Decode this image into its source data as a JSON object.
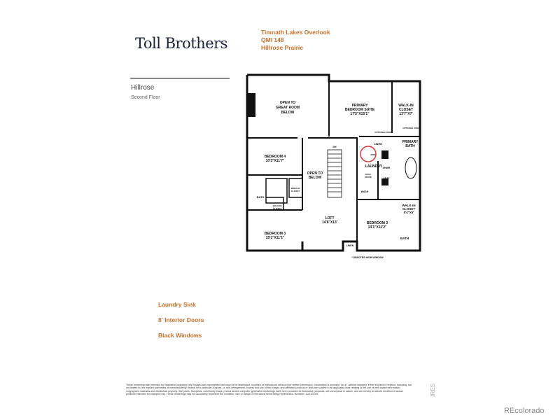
{
  "header": {
    "logo_text": "Toll Brothers",
    "project_lines": [
      "Timnath Lakes Overlook",
      "QMI 148",
      "Hillrose Prairie"
    ]
  },
  "plan_info": {
    "model": "Hillrose",
    "floor": "Second Floor"
  },
  "rooms": {
    "open_great": [
      "OPEN TO",
      "GREAT ROOM",
      "BELOW"
    ],
    "primary_suite": [
      "PRIMARY",
      "BEDROOM SUITE",
      "17'5\"X15'1\""
    ],
    "walkin_primary": [
      "WALK-IN",
      "CLOSET",
      "13'7\"X7'"
    ],
    "optional_door_1": "OPTIONAL DOOR",
    "optional_door_2": "OPTIONAL DOOR",
    "linen_top": "LINEN",
    "primary_bath": [
      "PRIMARY",
      "BATH"
    ],
    "laundry": "LAUNDRY",
    "laundry_sink": "SINK",
    "shower": "SHWR",
    "seat": "SEAT",
    "hvac": [
      "HVAC",
      "SPACE"
    ],
    "wash": "WASH",
    "bedroom4": [
      "BEDROOM 4",
      "10'3\"X11'7\""
    ],
    "down": "DN",
    "open_below": [
      "OPEN TO",
      "BELOW"
    ],
    "walkin_b4": [
      "WALK-IN",
      "CLOSET"
    ],
    "bath": "BATH",
    "walkin_b3": [
      "WALK-IN",
      "CLOSET"
    ],
    "bedroom3": [
      "BEDROOM 3",
      "15'1\"X11'1\""
    ],
    "loft": [
      "LOFT",
      "14'8\"X13'"
    ],
    "linen_bottom": "LINEN",
    "bedroom2": [
      "BEDROOM 2",
      "14'1\"X11'2\""
    ],
    "walkin_b2": [
      "WALK-IN",
      "CLOSET",
      "5'4\"X5'"
    ],
    "bath2": "BATH",
    "window_note": "* DENOTES HIGH WINDOW"
  },
  "features": [
    "Laundry Sink",
    "8' Interior Doors",
    "Black Windows"
  ],
  "disclaimer": "These renderings are intended for illustrative purposes only. Images are copyrighted and may not be distributed, modified or reproduced without prior written permission. Information is provided \"as is\", without warranty, either express or implied, including, but not limited to, the implied warranties of merchantability, fitness for a particular purpose, or non-infringement. Access and use of the images and affiliated products or links are subject to all applicable laws relating to the use of web-based information, copyrighted materials and intellectual property. Site plans, floorplans, community maps, photos and/or computer-generated renderings have been provided for illustrative purposes, are conceptual in nature, and are merely an artist's rendition of actual products intended for example only. These renderings may not accurately represent the condition, size or design of the actual items being represented. Revision: 10/13/2025",
  "watermark": {
    "ires": "IRES",
    "brand": "REcolorado"
  },
  "colors": {
    "accent": "#c8702a",
    "logo": "#1c2340",
    "highlight_circle": "#d33"
  }
}
